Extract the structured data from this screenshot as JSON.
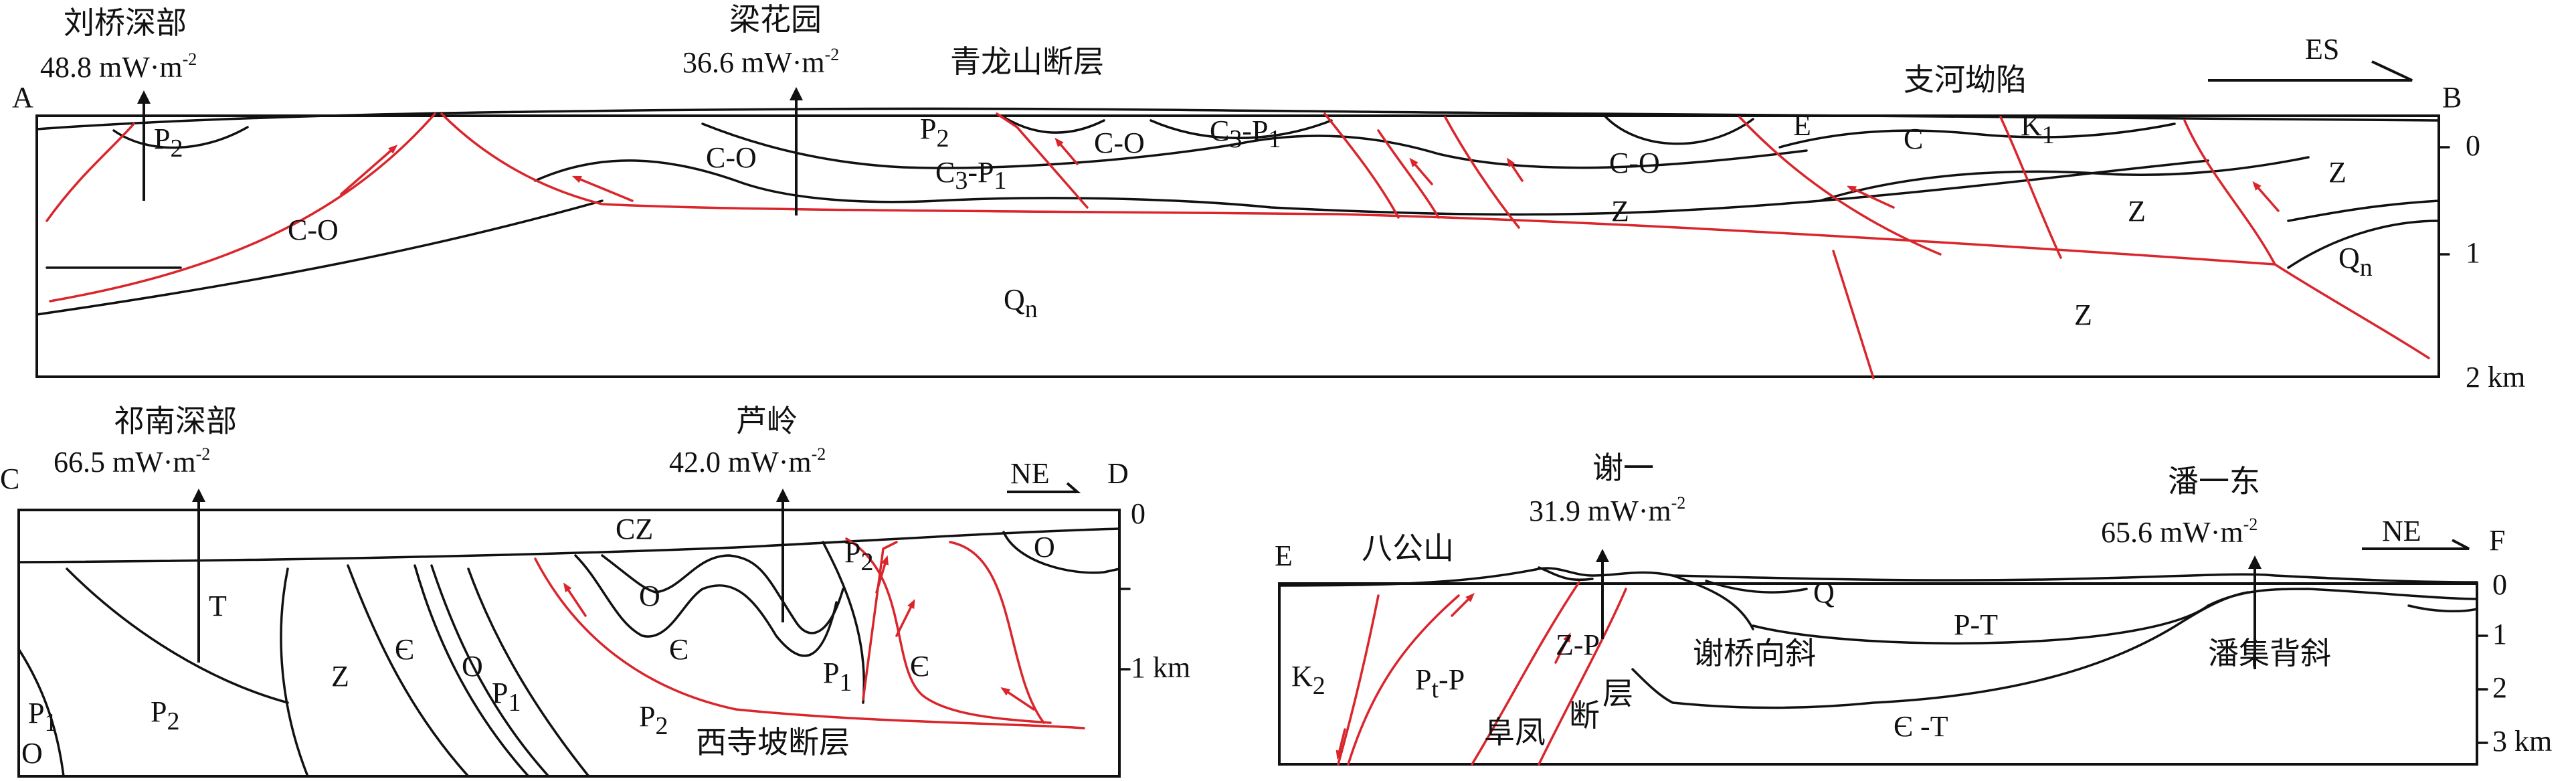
{
  "sectionAB": {
    "endpoints": {
      "A": "A",
      "B": "B"
    },
    "direction": "ES",
    "stations": [
      {
        "name": "刘桥深部",
        "heatflow": "48.8 mW·m",
        "exp": "-2"
      },
      {
        "name": "梁花园",
        "heatflow": "36.6 mW·m",
        "exp": "-2"
      }
    ],
    "faults": {
      "qinglongshan": "青龙山断层"
    },
    "structures": {
      "zhihe": "支河坳陷"
    },
    "depthTicks": [
      "0",
      "1",
      "2 km"
    ],
    "units": {
      "p2_left": {
        "base": "P",
        "sub": "2"
      },
      "co_left": "C-O",
      "qn_center": {
        "base": "Q",
        "sub": "n"
      },
      "co_mid": "C-O",
      "p2_mid": {
        "base": "P",
        "sub": "2"
      },
      "c3p1_a": {
        "base": "C",
        "sub1": "3",
        "mid": "-P",
        "sub2": "1"
      },
      "co_mid2": "C-O",
      "c3p1_b": {
        "base": "C",
        "sub1": "3",
        "mid": "-P",
        "sub2": "1"
      },
      "co_right": "C-O",
      "z_mid": "Z",
      "e_right": "E",
      "c_right": "C",
      "k1_right": {
        "base": "K",
        "sub": "1"
      },
      "z_r1": "Z",
      "z_r2": "Z",
      "z_r3": "Z",
      "qn_right": {
        "base": "Q",
        "sub": "n"
      }
    }
  },
  "sectionCD": {
    "endpoints": {
      "C": "C",
      "D": "D"
    },
    "direction": "NE",
    "stations": [
      {
        "name": "祁南深部",
        "heatflow": "66.5 mW·m",
        "exp": "-2"
      },
      {
        "name": "芦岭",
        "heatflow": "42.0 mW·m",
        "exp": "-2"
      }
    ],
    "faults": {
      "xisipo": "西寺坡断层"
    },
    "depthTicks": [
      "0",
      "1 km"
    ],
    "units": {
      "t": "T",
      "p1_left": {
        "base": "P",
        "sub": "1"
      },
      "o_left": "O",
      "p2_left": {
        "base": "P",
        "sub": "2"
      },
      "z": "Z",
      "cam1": "Є",
      "o_mid": "O",
      "p1_mid": {
        "base": "P",
        "sub": "1"
      },
      "cz": "CZ",
      "o_fold": "O",
      "cam_fold": "Є",
      "p2_bottom": {
        "base": "P",
        "sub": "2"
      },
      "p2_top": {
        "base": "P",
        "sub": "2"
      },
      "p1_fold": {
        "base": "P",
        "sub": "1"
      },
      "cam_right": "Є",
      "o_right": "O"
    }
  },
  "sectionEF": {
    "endpoints": {
      "E": "E",
      "F": "F"
    },
    "direction": "NE",
    "stations": [
      {
        "name": "谢一",
        "heatflow": "31.9 mW·m",
        "exp": "-2"
      },
      {
        "name": "潘一东",
        "heatflow": "65.6 mW·m",
        "exp": "-2"
      }
    ],
    "places": {
      "bagongshan": "八公山"
    },
    "faults": {
      "fufeng_a": "阜凤",
      "fufeng_b": "断",
      "fufeng_c": "层"
    },
    "structures": {
      "xieqiao": "谢桥向斜",
      "panji": "潘集背斜"
    },
    "depthTicks": [
      "0",
      "1",
      "2",
      "3 km"
    ],
    "units": {
      "k2": {
        "base": "K",
        "sub": "2"
      },
      "ptp": {
        "base": "P",
        "sub": "t",
        "tail": "-P"
      },
      "zp": "Z-P",
      "q": "Q",
      "pt": "P-T",
      "camt": "Є -T"
    }
  }
}
